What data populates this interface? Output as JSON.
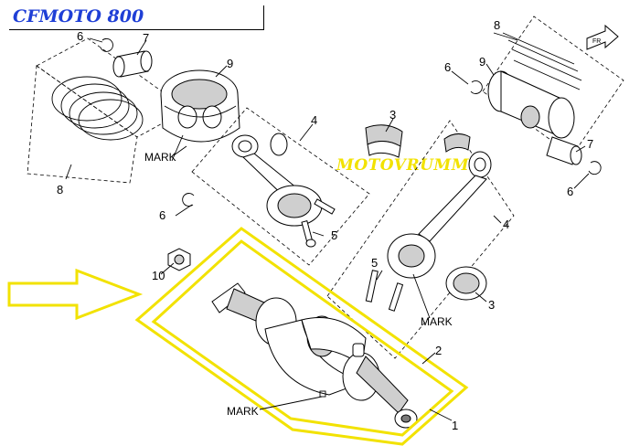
{
  "title": "CFMOTO 800",
  "watermark": "MOTOVRUMM",
  "callouts": {
    "c1": "1",
    "c2": "2",
    "c3a": "3",
    "c3b": "3",
    "c4a": "4",
    "c4b": "4",
    "c5a": "5",
    "c5b": "5",
    "c6a": "6",
    "c6b": "6",
    "c6c": "6",
    "c6d": "6",
    "c7a": "7",
    "c7b": "7",
    "c8a": "8",
    "c8b": "8",
    "c9a": "9",
    "c9b": "9",
    "c10": "10"
  },
  "marks": {
    "m1": "MARK",
    "m2": "MARK",
    "m3": "MARK"
  },
  "colors": {
    "title": "#1f3fd6",
    "highlight": "#f2e200",
    "line": "#000000"
  },
  "icons": {
    "front_arrow": "front-direction-icon",
    "pointer": "yellow-arrow-icon"
  }
}
